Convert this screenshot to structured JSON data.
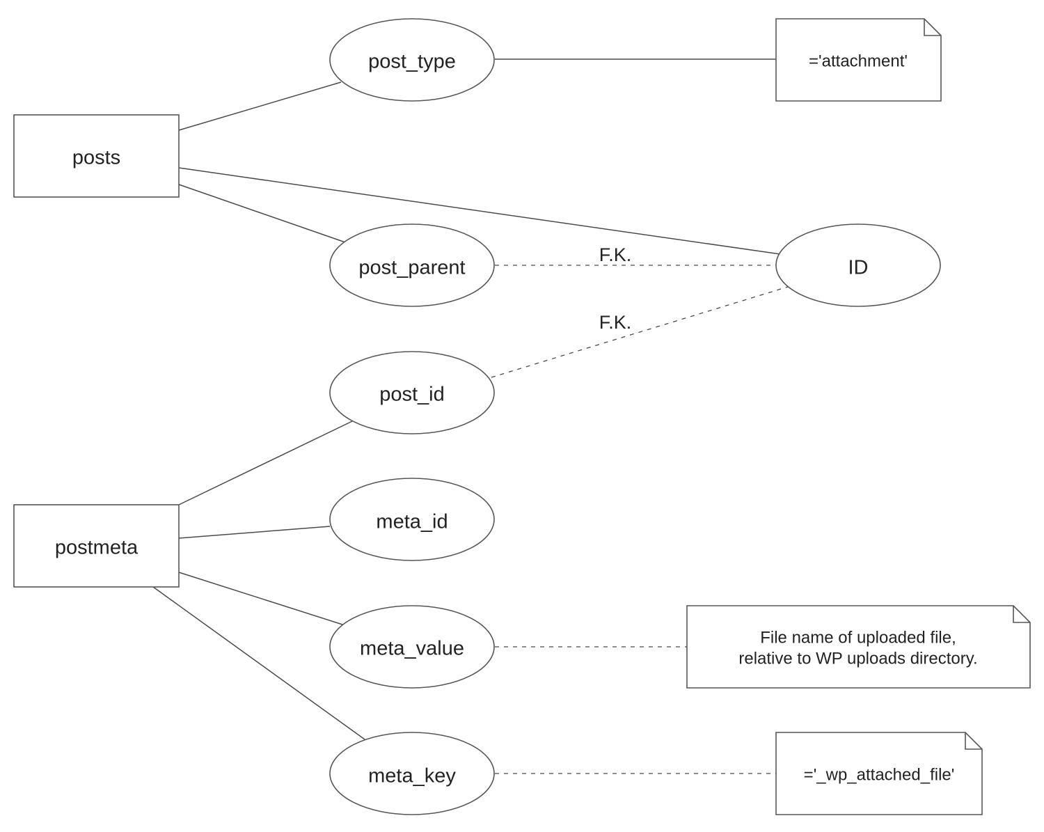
{
  "entities": {
    "posts": "posts",
    "postmeta": "postmeta"
  },
  "attributes": {
    "post_type": "post_type",
    "post_parent": "post_parent",
    "id": "ID",
    "post_id": "post_id",
    "meta_id": "meta_id",
    "meta_value": "meta_value",
    "meta_key": "meta_key"
  },
  "relations": {
    "fk_post_parent": "F.K.",
    "fk_post_id": "F.K."
  },
  "notes": {
    "attachment": "='attachment'",
    "file_name_line1": "File name of uploaded file,",
    "file_name_line2": "relative to WP uploads directory.",
    "wp_attached_file": "='_wp_attached_file'"
  }
}
